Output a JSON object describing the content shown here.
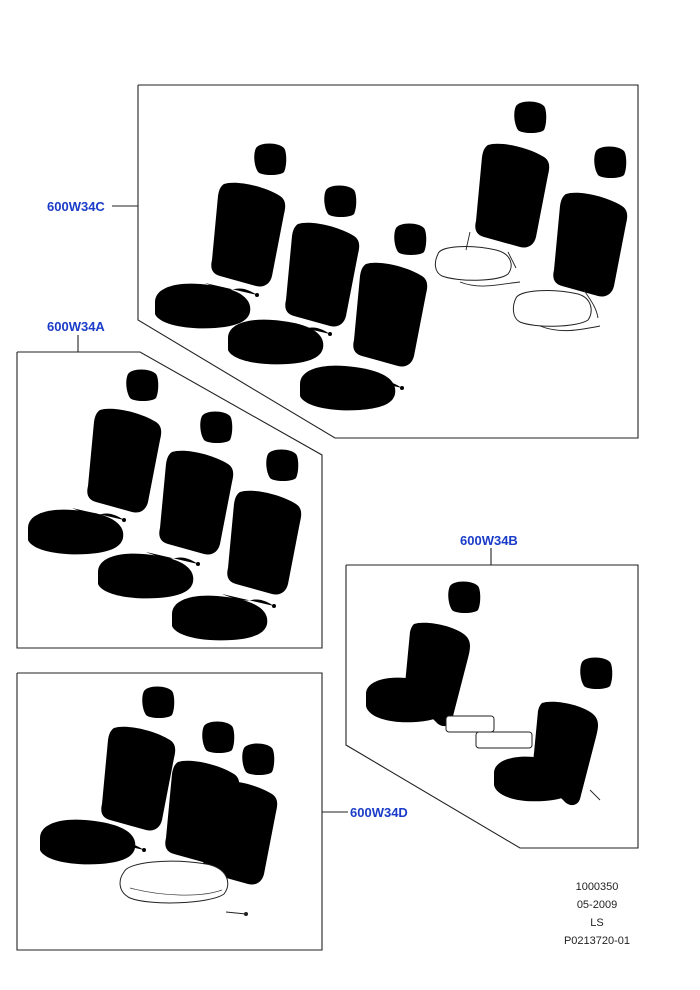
{
  "callouts": {
    "c": "600W34C",
    "a": "600W34A",
    "b": "600W34B",
    "d": "600W34D"
  },
  "reference": {
    "line1": "1000350",
    "line2": "05-2009",
    "line3": "LS",
    "line4": "P0213720-01"
  },
  "colors": {
    "callout": "#1a3cc8",
    "line": "#222222"
  }
}
